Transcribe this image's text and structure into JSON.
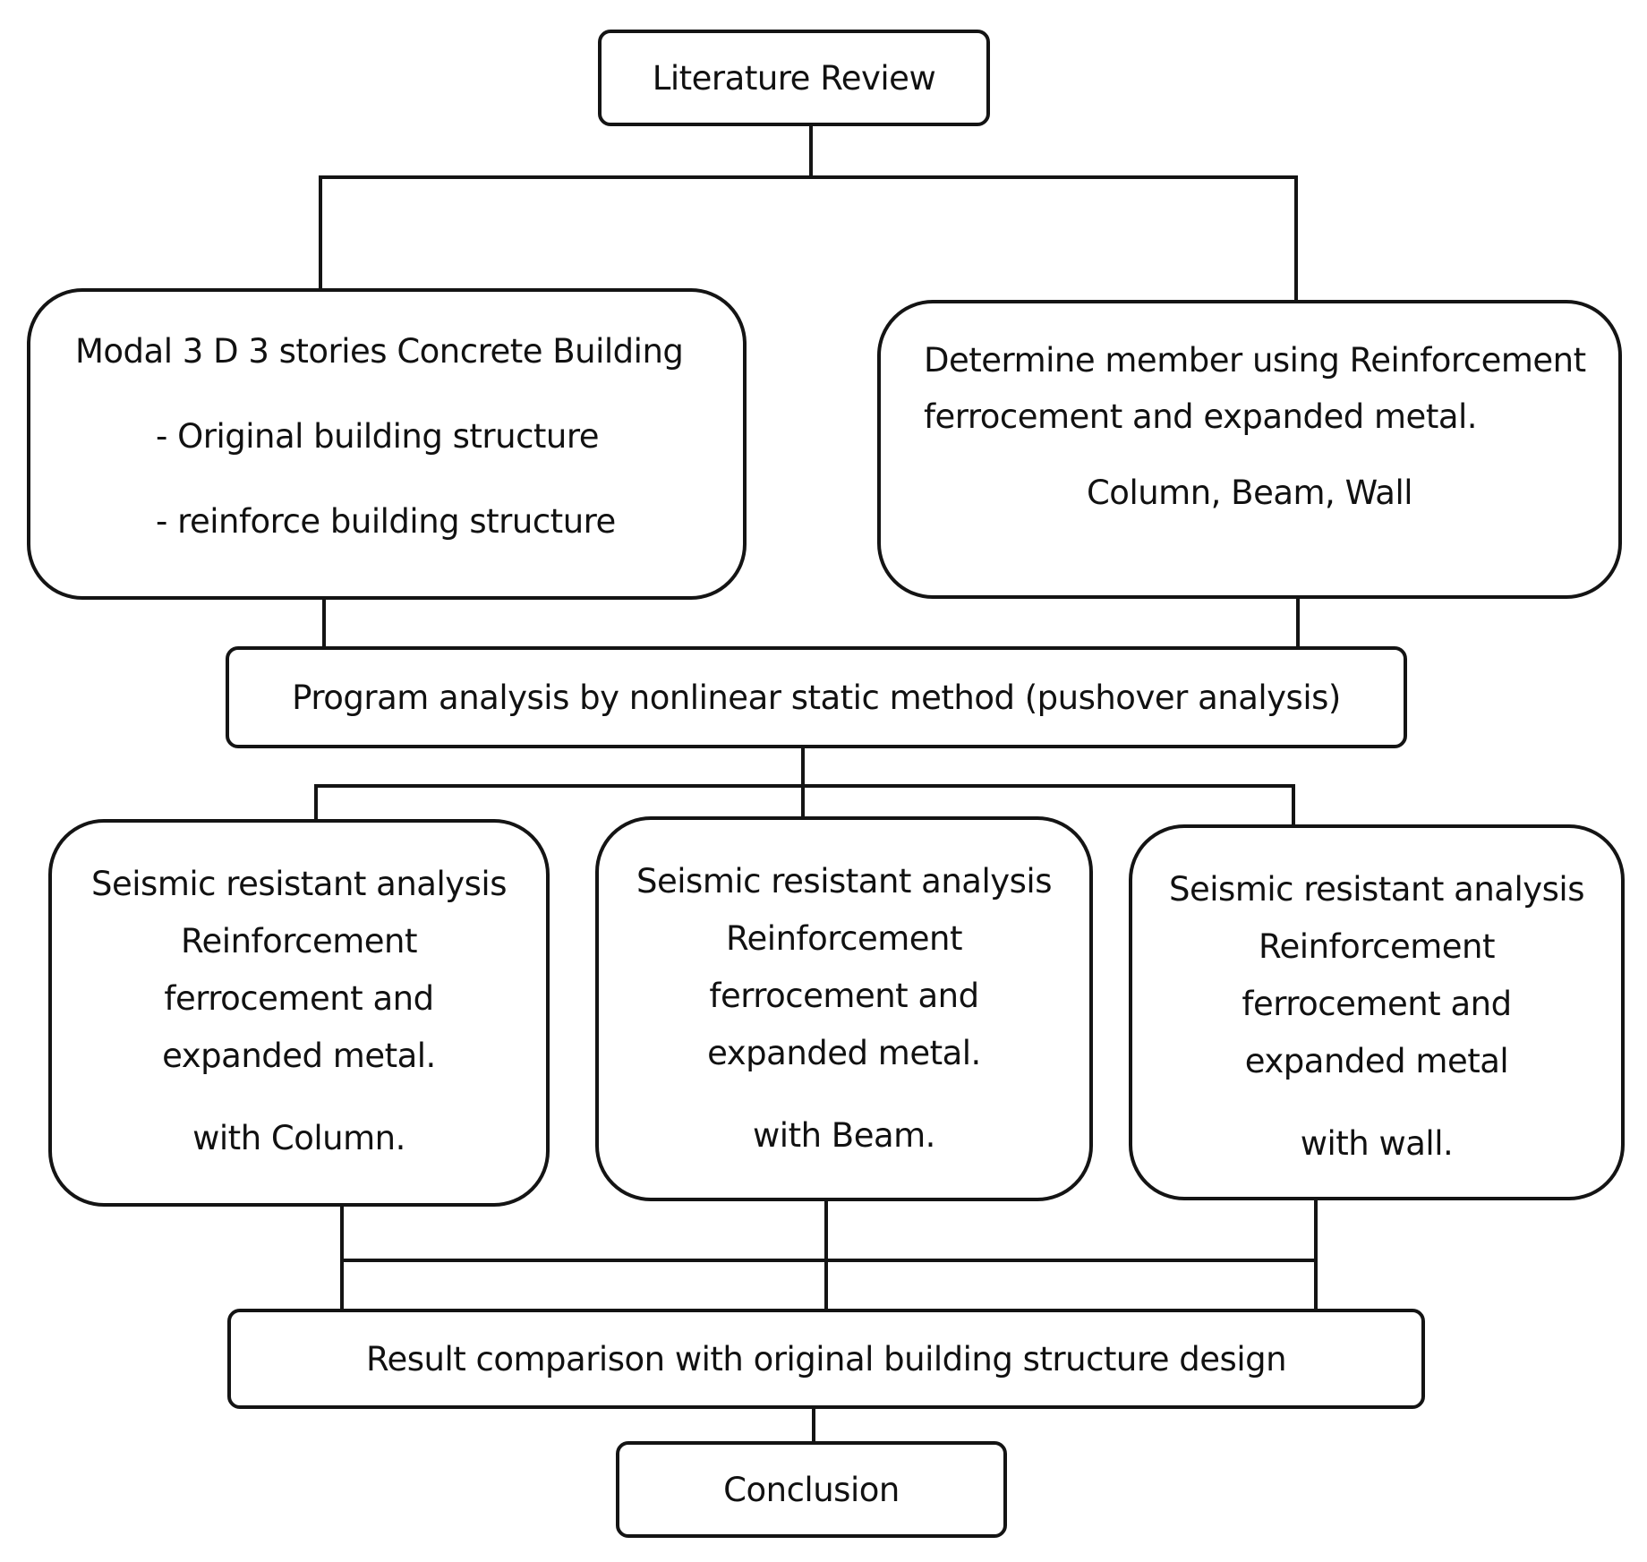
{
  "diagram": {
    "literature_review": "Literature Review",
    "model_box": {
      "title": "Modal 3 D 3 stories Concrete Building",
      "items": [
        "- Original building structure",
        "- reinforce building structure"
      ]
    },
    "determine_box": {
      "lines": [
        "Determine member using Reinforcement",
        "ferrocement and expanded metal."
      ],
      "members": "Column, Beam, Wall"
    },
    "program_analysis": "Program analysis by nonlinear static method (pushover analysis)",
    "seismic_boxes": [
      {
        "lines": [
          "Seismic resistant analysis",
          "Reinforcement",
          "ferrocement and",
          "expanded metal."
        ],
        "with": "with Column."
      },
      {
        "lines": [
          "Seismic resistant analysis",
          "Reinforcement",
          "ferrocement and",
          "expanded metal."
        ],
        "with": "with Beam."
      },
      {
        "lines": [
          "Seismic resistant analysis",
          "Reinforcement",
          "ferrocement and",
          "expanded metal"
        ],
        "with": "with wall."
      }
    ],
    "result_comparison": "Result comparison with original building structure design",
    "conclusion": "Conclusion"
  },
  "colors": {
    "stroke": "#141414",
    "text": "#111111",
    "background": "#ffffff"
  }
}
